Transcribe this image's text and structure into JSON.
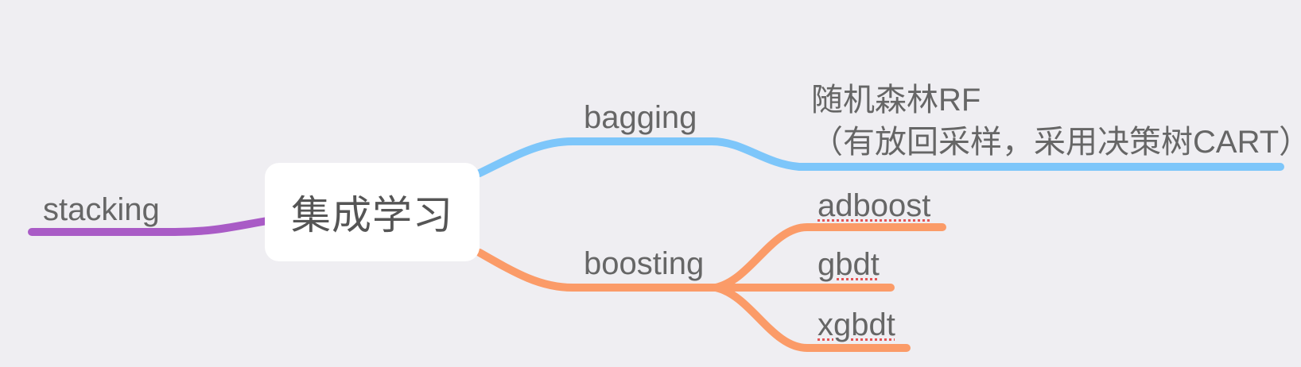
{
  "mindmap": {
    "root": {
      "label": "集成学习"
    },
    "branches": {
      "bagging": {
        "label": "bagging",
        "color": "#7dc6fa",
        "children": [
          {
            "line1": "随机森林RF",
            "line2": "（有放回采样，采用决策树CART）"
          }
        ]
      },
      "boosting": {
        "label": "boosting",
        "color": "#fb9b68",
        "children": [
          {
            "label": "adboost"
          },
          {
            "label": "gbdt"
          },
          {
            "label": "xgbdt"
          }
        ]
      },
      "stacking": {
        "label": "stacking",
        "color": "#a95bc6"
      }
    }
  }
}
